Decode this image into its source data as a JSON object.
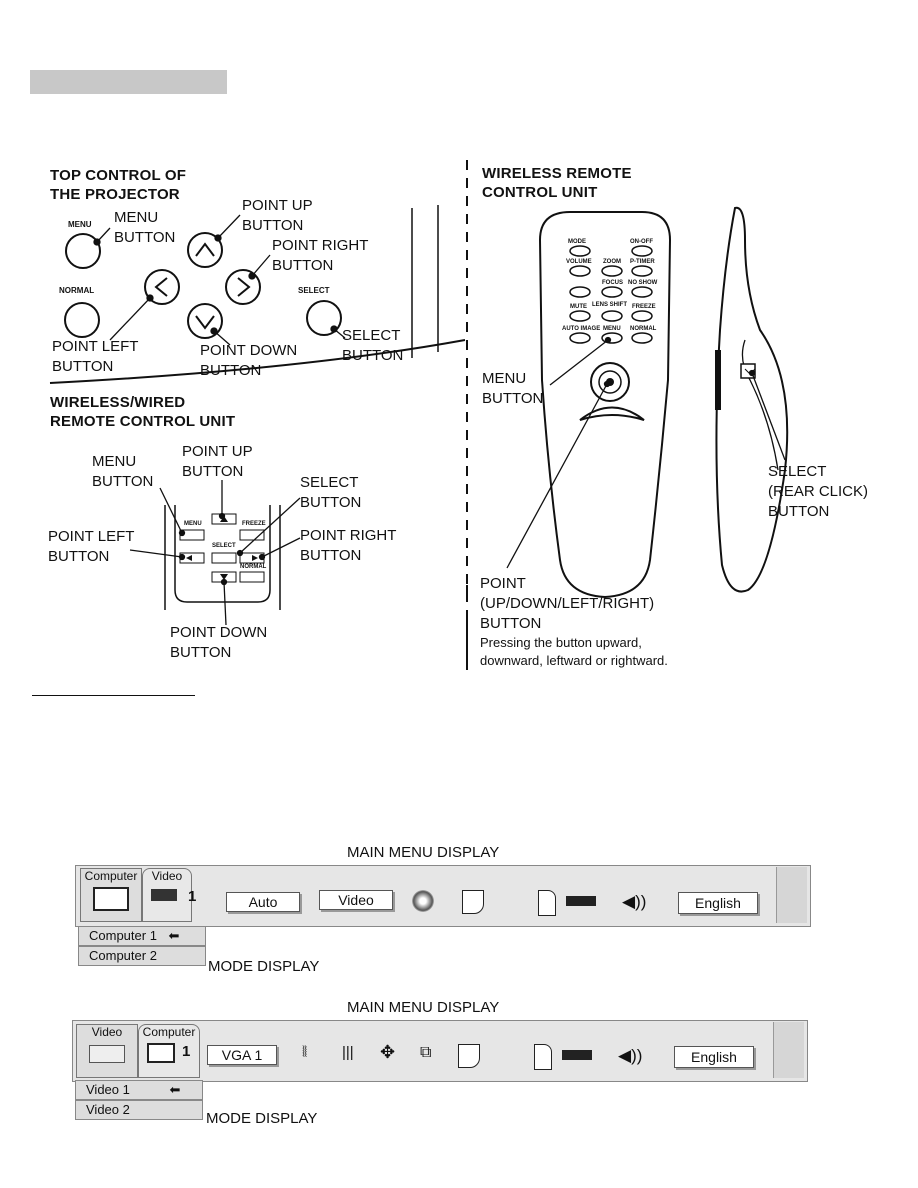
{
  "top_control": {
    "title_line1": "TOP CONTROL OF",
    "title_line2": "THE PROJECTOR",
    "menu_key": "MENU",
    "normal_key": "NORMAL",
    "select_key": "SELECT",
    "menu_button_1": "MENU",
    "menu_button_2": "BUTTON",
    "point_up_1": "POINT UP",
    "point_up_2": "BUTTON",
    "point_right_1": "POINT RIGHT",
    "point_right_2": "BUTTON",
    "point_left_1": "POINT LEFT",
    "point_left_2": "BUTTON",
    "point_down_1": "POINT DOWN",
    "point_down_2": "BUTTON",
    "select_button_1": "SELECT",
    "select_button_2": "BUTTON"
  },
  "wired_remote": {
    "title_line1": "WIRELESS/WIRED",
    "title_line2": "REMOTE CONTROL UNIT",
    "key_menu": "MENU",
    "key_freeze": "FREEZE",
    "key_select": "SELECT",
    "key_normal": "NORMAL",
    "menu_1": "MENU",
    "menu_2": "BUTTON",
    "point_up_1": "POINT UP",
    "point_up_2": "BUTTON",
    "select_1": "SELECT",
    "select_2": "BUTTON",
    "point_left_1": "POINT LEFT",
    "point_left_2": "BUTTON",
    "point_right_1": "POINT RIGHT",
    "point_right_2": "BUTTON",
    "point_down_1": "POINT DOWN",
    "point_down_2": "BUTTON"
  },
  "wireless_remote": {
    "title_line1": "WIRELESS REMOTE",
    "title_line2": "CONTROL UNIT",
    "key_mode": "MODE",
    "key_onoff": "ON-OFF",
    "key_volume": "VOLUME",
    "key_zoom": "ZOOM",
    "key_ptimer": "P-TIMER",
    "key_focus": "FOCUS",
    "key_noshow": "NO SHOW",
    "key_mute": "MUTE",
    "key_lensshift": "LENS SHIFT",
    "key_freeze": "FREEZE",
    "key_autoimage": "AUTO IMAGE",
    "key_menu": "MENU",
    "key_normal": "NORMAL",
    "menu_1": "MENU",
    "menu_2": "BUTTON",
    "select_1": "SELECT",
    "select_2": "(REAR CLICK)",
    "select_3": "BUTTON",
    "point_1": "POINT",
    "point_2": "(UP/DOWN/LEFT/RIGHT)",
    "point_3": "BUTTON",
    "note_1": "Pressing the button upward,",
    "note_2": "downward, leftward or rightward."
  },
  "menu1": {
    "caption": "MAIN MENU DISPLAY",
    "tab_computer": "Computer",
    "tab_video": "Video",
    "tab_number": "1",
    "auto": "Auto",
    "video": "Video",
    "english": "English",
    "mode_item1": "Computer 1",
    "mode_item2": "Computer 2",
    "mode_caption": "MODE DISPLAY"
  },
  "menu2": {
    "caption": "MAIN MENU DISPLAY",
    "tab_video": "Video",
    "tab_computer": "Computer",
    "tab_number": "1",
    "vga": "VGA 1",
    "english": "English",
    "mode_item1": "Video 1",
    "mode_item2": "Video 2",
    "mode_caption": "MODE DISPLAY"
  }
}
